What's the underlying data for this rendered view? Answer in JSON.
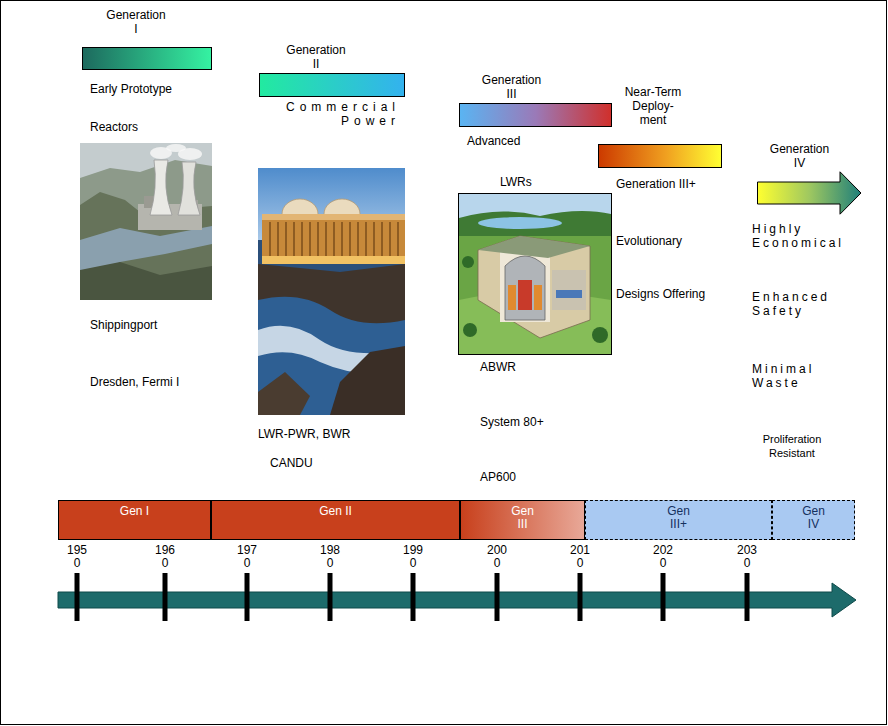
{
  "diagram": {
    "nodes": [
      {
        "text": [
          "Generation I"
        ]
      },
      {
        "text": [
          "Generation II"
        ]
      },
      {
        "text": [
          "Generation III"
        ]
      },
      {
        "text": [
          "Near-Term Deploy- ment"
        ]
      },
      {
        "text": [
          "Generation IV"
        ]
      },
      {
        "text": [
          "Gen I"
        ]
      },
      {
        "text": [
          "Gen II"
        ]
      },
      {
        "text": [
          "Gen III"
        ]
      },
      {
        "text": [
          "Gen III+"
        ]
      },
      {
        "text": [
          "Gen IV"
        ]
      }
    ],
    "labels": [
      "Early Prototype",
      "Reactors",
      "Shippingport",
      "Dresden, Fermi I",
      "Commercial Power",
      "LWR-PWR, BWR",
      "CANDU",
      "Advanced",
      "LWRs",
      "ABWR",
      "System 80+",
      "AP600",
      "Generation III+",
      "Evolutionary",
      "Designs Offering",
      "Highly Economical",
      "Enhanced Safety",
      "Minimal Waste",
      "Proliferation Resistant",
      "1950",
      "1960",
      "1970",
      "1980",
      "1990",
      "2000",
      "2010",
      "2020",
      "2030"
    ]
  }
}
